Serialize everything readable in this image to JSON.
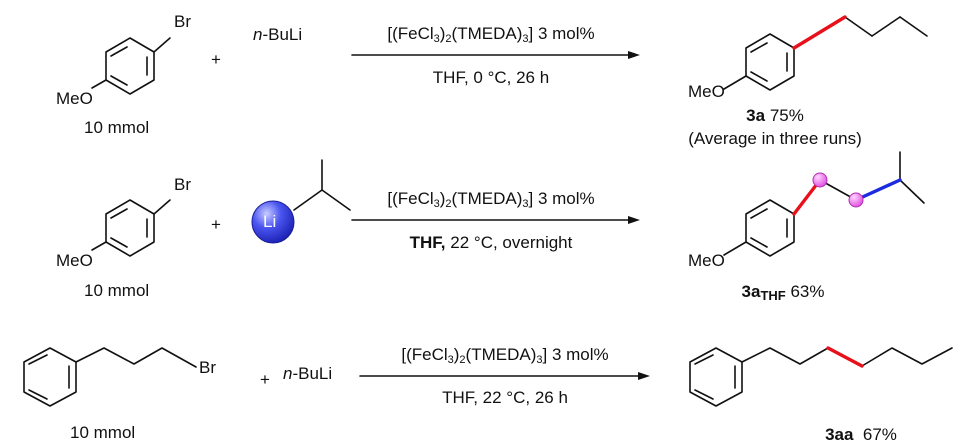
{
  "reactions": [
    {
      "substrate_amount": "10 mmol",
      "substrate_substituent": "Br",
      "substrate_group": "MeO",
      "plus": "+",
      "reagent_prefix": "n",
      "reagent_rest": "-BuLi",
      "catalyst": {
        "pre": "[(FeCl",
        "s1": "3",
        "mid1": ")",
        "s2": "2",
        "mid2": "(TMEDA)",
        "s3": "3",
        "post": "] 3 mol%"
      },
      "conditions": "THF, 0 °C, 26 h",
      "product_group": "MeO",
      "product_label": "3a",
      "product_yield": "75%",
      "note": "(Average in three runs)"
    },
    {
      "substrate_amount": "10 mmol",
      "substrate_substituent": "Br",
      "substrate_group": "MeO",
      "plus": "+",
      "reagent_atom": "Li",
      "catalyst": {
        "pre": "[(FeCl",
        "s1": "3",
        "mid1": ")",
        "s2": "2",
        "mid2": "(TMEDA)",
        "s3": "3",
        "post": "] 3 mol%"
      },
      "conditions_bold": "THF,",
      "conditions_rest": " 22 °C, overnight",
      "product_group": "MeO",
      "product_label": "3a",
      "product_label_sub": "THF",
      "product_yield": "63%"
    },
    {
      "substrate_amount": "10 mmol",
      "substrate_substituent": "Br",
      "plus": "+",
      "reagent_prefix": "n",
      "reagent_rest": "-BuLi",
      "catalyst": {
        "pre": "[(FeCl",
        "s1": "3",
        "mid1": ")",
        "s2": "2",
        "mid2": "(TMEDA)",
        "s3": "3",
        "post": "] 3 mol%"
      },
      "conditions": "THF, 22 °C, 26 h",
      "product_label": "3aa",
      "product_yield": "67%"
    }
  ],
  "colors": {
    "bond": "#111111",
    "highlight_red": "#e8101a",
    "highlight_blue": "#1a2be0",
    "marker": "#f04df0",
    "li_ball": "#2b33e8"
  }
}
